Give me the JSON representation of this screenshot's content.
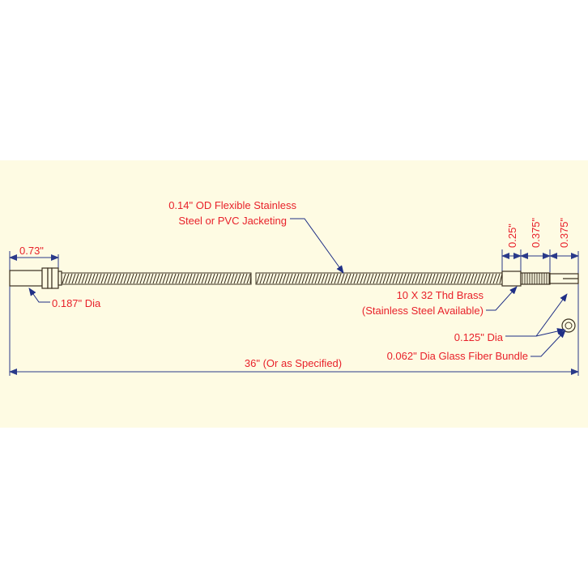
{
  "labels": {
    "jacket_line1": "0.14\" OD Flexible Stainless",
    "jacket_line2": "Steel or PVC Jacketing",
    "dim_073": "0.73\"",
    "dia_0187": "0.187\" Dia",
    "thread_line1": "10 X 32 Thd Brass",
    "thread_line2": "(Stainless Steel Available)",
    "dim_025": "0.25\"",
    "dim_0375a": "0.375\"",
    "dim_0375b": "0.375\"",
    "dia_0125": "0.125\" Dia",
    "fiber_bundle": "0.062\" Dia Glass Fiber Bundle",
    "overall_length": "36\" (Or as Specified)"
  },
  "colors": {
    "background": "#fefbe3",
    "label_text": "#e8212a",
    "leader_line": "#1f2f86",
    "part_outline": "#3a3020",
    "dimension_line": "#2a3a8a"
  }
}
